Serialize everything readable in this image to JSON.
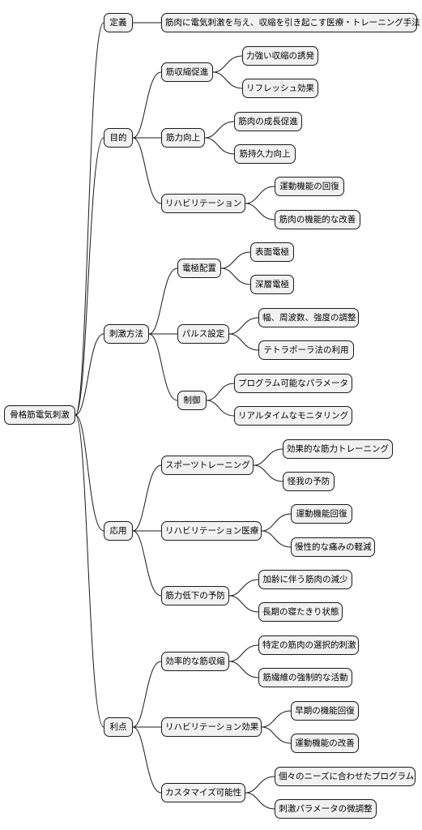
{
  "mindmap": {
    "root": "骨格筋電気刺激",
    "branches": [
      {
        "label": "定義",
        "children": [
          {
            "label": "筋肉に電気刺激を与え、収縮を引き起こす医療・トレーニング手法",
            "children": []
          }
        ]
      },
      {
        "label": "目的",
        "children": [
          {
            "label": "筋収縮促進",
            "children": [
              {
                "label": "力強い収縮の誘発"
              },
              {
                "label": "リフレッシュ効果"
              }
            ]
          },
          {
            "label": "筋力向上",
            "children": [
              {
                "label": "筋肉の成長促進"
              },
              {
                "label": "筋持久力向上"
              }
            ]
          },
          {
            "label": "リハビリテーション",
            "children": [
              {
                "label": "運動機能の回復"
              },
              {
                "label": "筋肉の機能的な改善"
              }
            ]
          }
        ]
      },
      {
        "label": "刺激方法",
        "children": [
          {
            "label": "電極配置",
            "children": [
              {
                "label": "表面電極"
              },
              {
                "label": "深層電極"
              }
            ]
          },
          {
            "label": "パルス設定",
            "children": [
              {
                "label": "幅、周波数、強度の調整"
              },
              {
                "label": "テトラポーラ法の利用"
              }
            ]
          },
          {
            "label": "制御",
            "children": [
              {
                "label": "プログラム可能なパラメータ"
              },
              {
                "label": "リアルタイムなモニタリング"
              }
            ]
          }
        ]
      },
      {
        "label": "応用",
        "children": [
          {
            "label": "スポーツトレーニング",
            "children": [
              {
                "label": "効果的な筋力トレーニング"
              },
              {
                "label": "怪我の予防"
              }
            ]
          },
          {
            "label": "リハビリテーション医療",
            "children": [
              {
                "label": "運動機能回復"
              },
              {
                "label": "慢性的な痛みの軽減"
              }
            ]
          },
          {
            "label": "筋力低下の予防",
            "children": [
              {
                "label": "加齢に伴う筋肉の減少"
              },
              {
                "label": "長期の寝たきり状態"
              }
            ]
          }
        ]
      },
      {
        "label": "利点",
        "children": [
          {
            "label": "効率的な筋収縮",
            "children": [
              {
                "label": "特定の筋肉の選択的刺激"
              },
              {
                "label": "筋繊維の強制的な活動"
              }
            ]
          },
          {
            "label": "リハビリテーション効果",
            "children": [
              {
                "label": "早期の機能回復"
              },
              {
                "label": "運動機能の改善"
              }
            ]
          },
          {
            "label": "カスタマイズ可能性",
            "children": [
              {
                "label": "個々のニーズに合わせたプログラム"
              },
              {
                "label": "刺激パラメータの微調整"
              }
            ]
          }
        ]
      }
    ]
  }
}
